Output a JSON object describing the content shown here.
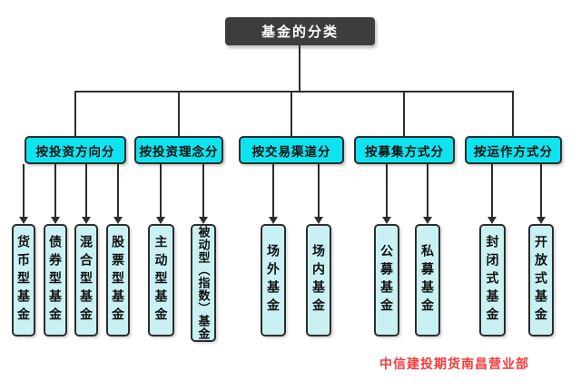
{
  "root": {
    "label": "基金的分类"
  },
  "groups": [
    {
      "label": "按投资方向分",
      "children": [
        {
          "label": "货币型基金"
        },
        {
          "label": "债券型基金"
        },
        {
          "label": "混合型基金"
        },
        {
          "label": "股票型基金"
        }
      ]
    },
    {
      "label": "按投资理念分",
      "children": [
        {
          "label": "主动型基金"
        },
        {
          "label": "被动型（指数）基金"
        }
      ]
    },
    {
      "label": "按交易渠道分",
      "children": [
        {
          "label": "场外基金"
        },
        {
          "label": "场内基金"
        }
      ]
    },
    {
      "label": "按募集方式分",
      "children": [
        {
          "label": "公募基金"
        },
        {
          "label": "私募基金"
        }
      ]
    },
    {
      "label": "按运作方式分",
      "children": [
        {
          "label": "封闭式基金"
        },
        {
          "label": "开放式基金"
        }
      ]
    }
  ],
  "footer": {
    "watermark": "中信建投期货南昌营业部"
  },
  "colors": {
    "root_bg": "#3d3d3d",
    "category_bg": "#0ee4ef",
    "leaf_bg": "#c9f1f4",
    "line": "#2d2d2d",
    "watermark": "#f53b3b"
  }
}
